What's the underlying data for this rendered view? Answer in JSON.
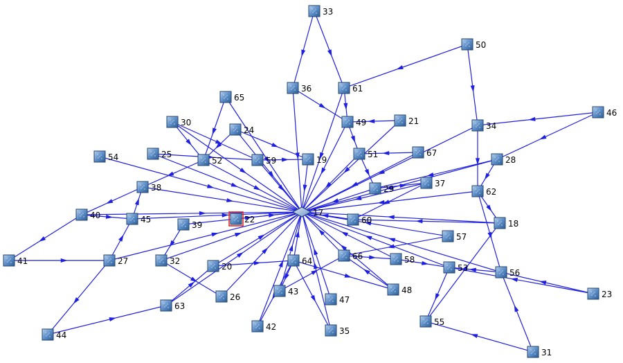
{
  "colors": {
    "edge": "#1f1fe0",
    "node_fill": "#4f7fb8",
    "node_border": "#24466e",
    "selected": "#e02020",
    "background": "#ffffff"
  },
  "hub_id": "17",
  "selected_id": "22",
  "nodes": [
    {
      "id": "17",
      "label": "17"
    },
    {
      "id": "18",
      "label": "18"
    },
    {
      "id": "19",
      "label": "19"
    },
    {
      "id": "20",
      "label": "20"
    },
    {
      "id": "21",
      "label": "21"
    },
    {
      "id": "22",
      "label": "22"
    },
    {
      "id": "23",
      "label": "23"
    },
    {
      "id": "24",
      "label": "24"
    },
    {
      "id": "25",
      "label": "25"
    },
    {
      "id": "26",
      "label": "26"
    },
    {
      "id": "27",
      "label": "27"
    },
    {
      "id": "28",
      "label": "28"
    },
    {
      "id": "29",
      "label": "29"
    },
    {
      "id": "30",
      "label": "30"
    },
    {
      "id": "31",
      "label": "31"
    },
    {
      "id": "32",
      "label": "32"
    },
    {
      "id": "33",
      "label": "33"
    },
    {
      "id": "34",
      "label": "34"
    },
    {
      "id": "35",
      "label": "35"
    },
    {
      "id": "36",
      "label": "36"
    },
    {
      "id": "37",
      "label": "37"
    },
    {
      "id": "38",
      "label": "38"
    },
    {
      "id": "39",
      "label": "39"
    },
    {
      "id": "40",
      "label": "40"
    },
    {
      "id": "41",
      "label": "41"
    },
    {
      "id": "42",
      "label": "42"
    },
    {
      "id": "43",
      "label": "43"
    },
    {
      "id": "44",
      "label": "44"
    },
    {
      "id": "45",
      "label": "45"
    },
    {
      "id": "46",
      "label": "46"
    },
    {
      "id": "47",
      "label": "47"
    },
    {
      "id": "48",
      "label": "48"
    },
    {
      "id": "49",
      "label": "49"
    },
    {
      "id": "50",
      "label": "50"
    },
    {
      "id": "51",
      "label": "51"
    },
    {
      "id": "52",
      "label": "52"
    },
    {
      "id": "53",
      "label": "53"
    },
    {
      "id": "54",
      "label": "54"
    },
    {
      "id": "55",
      "label": "55"
    },
    {
      "id": "56",
      "label": "56"
    },
    {
      "id": "57",
      "label": "57"
    },
    {
      "id": "58",
      "label": "58"
    },
    {
      "id": "59",
      "label": "59"
    },
    {
      "id": "60",
      "label": "60"
    },
    {
      "id": "61",
      "label": "61"
    },
    {
      "id": "62",
      "label": "62"
    },
    {
      "id": "63",
      "label": "63"
    },
    {
      "id": "64",
      "label": "64"
    },
    {
      "id": "65",
      "label": "65"
    },
    {
      "id": "66",
      "label": "66"
    },
    {
      "id": "67",
      "label": "67"
    }
  ],
  "edges": [
    [
      "33",
      "36"
    ],
    [
      "33",
      "61"
    ],
    [
      "50",
      "61"
    ],
    [
      "50",
      "34"
    ],
    [
      "46",
      "34"
    ],
    [
      "46",
      "28"
    ],
    [
      "34",
      "62"
    ],
    [
      "28",
      "62"
    ],
    [
      "62",
      "56"
    ],
    [
      "21",
      "49"
    ],
    [
      "61",
      "49"
    ],
    [
      "36",
      "49"
    ],
    [
      "49",
      "51"
    ],
    [
      "67",
      "51"
    ],
    [
      "51",
      "29"
    ],
    [
      "24",
      "19"
    ],
    [
      "24",
      "52"
    ],
    [
      "30",
      "52"
    ],
    [
      "30",
      "59"
    ],
    [
      "65",
      "52"
    ],
    [
      "52",
      "38"
    ],
    [
      "25",
      "59"
    ],
    [
      "54",
      "17"
    ],
    [
      "59",
      "19"
    ],
    [
      "19",
      "17"
    ],
    [
      "29",
      "37"
    ],
    [
      "38",
      "40"
    ],
    [
      "40",
      "41"
    ],
    [
      "45",
      "38"
    ],
    [
      "40",
      "45"
    ],
    [
      "41",
      "27"
    ],
    [
      "27",
      "44"
    ],
    [
      "44",
      "63"
    ],
    [
      "27",
      "45"
    ],
    [
      "39",
      "32"
    ],
    [
      "32",
      "26"
    ],
    [
      "63",
      "20"
    ],
    [
      "20",
      "17"
    ],
    [
      "43",
      "66"
    ],
    [
      "47",
      "17"
    ],
    [
      "35",
      "17"
    ],
    [
      "42",
      "17"
    ],
    [
      "57",
      "66"
    ],
    [
      "66",
      "58"
    ],
    [
      "58",
      "53"
    ],
    [
      "48",
      "17"
    ],
    [
      "48",
      "66"
    ],
    [
      "53",
      "55"
    ],
    [
      "55",
      "18"
    ],
    [
      "31",
      "55"
    ],
    [
      "31",
      "56"
    ],
    [
      "23",
      "56"
    ],
    [
      "23",
      "53"
    ],
    [
      "56",
      "53"
    ],
    [
      "18",
      "60"
    ],
    [
      "28",
      "29"
    ],
    [
      "37",
      "60"
    ],
    [
      "62",
      "18"
    ],
    [
      "36",
      "17"
    ],
    [
      "61",
      "17"
    ],
    [
      "49",
      "17"
    ],
    [
      "51",
      "17"
    ],
    [
      "24",
      "17"
    ],
    [
      "30",
      "17"
    ],
    [
      "52",
      "17"
    ],
    [
      "59",
      "17"
    ],
    [
      "25",
      "17"
    ],
    [
      "38",
      "17"
    ],
    [
      "40",
      "17"
    ],
    [
      "45",
      "17"
    ],
    [
      "39",
      "17"
    ],
    [
      "27",
      "17"
    ],
    [
      "32",
      "17"
    ],
    [
      "63",
      "17"
    ],
    [
      "26",
      "17"
    ],
    [
      "64",
      "17"
    ],
    [
      "43",
      "17"
    ],
    [
      "66",
      "17"
    ],
    [
      "60",
      "17"
    ],
    [
      "57",
      "17"
    ],
    [
      "58",
      "17"
    ],
    [
      "53",
      "17"
    ],
    [
      "56",
      "17"
    ],
    [
      "18",
      "17"
    ],
    [
      "62",
      "17"
    ],
    [
      "37",
      "17"
    ],
    [
      "29",
      "17"
    ],
    [
      "67",
      "17"
    ],
    [
      "34",
      "17"
    ],
    [
      "28",
      "17"
    ],
    [
      "21",
      "17"
    ],
    [
      "65",
      "17"
    ],
    [
      "22",
      "17"
    ],
    [
      "64",
      "43"
    ],
    [
      "64",
      "35"
    ],
    [
      "64",
      "42"
    ],
    [
      "64",
      "48"
    ],
    [
      "20",
      "64"
    ]
  ]
}
